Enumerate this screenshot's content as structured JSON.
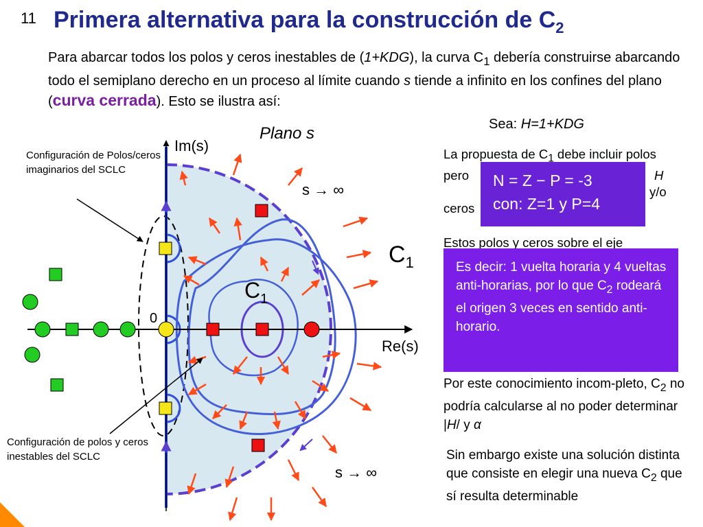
{
  "slide": {
    "number": "11",
    "title_main": "Primera alternativa para la construcción de C",
    "title_sub": "2"
  },
  "intro": {
    "p1": "Para abarcar todos los polos y ceros inestables de (",
    "p1_math": "1+KDG",
    "p2": "), la curva C",
    "p2_sub": "1",
    "p3": " debería construirse abarcando todo el semiplano derecho en un proceso al límite cuando ",
    "p3_s": "s",
    "p4": " tiende a infinito en los confines del plano (",
    "curve": "curva cerrada",
    "p5": "). Esto se ilustra así:"
  },
  "sea": {
    "label": "Sea: ",
    "expr": "H=1+KDG"
  },
  "diagram": {
    "plane_label": "Plano s",
    "im_label": "Im(s)",
    "re_label": "Re(s)",
    "origin_label": "0",
    "s_infinity_top": "s  → ∞",
    "s_infinity_bottom": "s  → ∞",
    "c1_big": "C",
    "c1_big_sub": "1",
    "c1_small": "C",
    "c1_small_sub": "1",
    "note_imag": "Configuración de Polos/ceros imaginarios del SCLC",
    "note_unstable": "Configuración de polos y ceros inestables del SCLC",
    "colors": {
      "plane_fill": "#d8e8f0",
      "axis": "#1b3fd8",
      "contour": "#4560d6",
      "dashed_contour": "#5a3fd0",
      "arrow": "#ff4a1a",
      "pole_red": "#ee1111",
      "zero_yellow": "#f5e61a",
      "stable_green": "#22cc22"
    }
  },
  "proposal": {
    "a": "La propuesta de C",
    "a_sub": "1",
    "b": " debe incluir polos",
    "c": "H",
    "d": "pero",
    "e": "y/o",
    "f": "ceros"
  },
  "nzp": {
    "line1": "N = Z − P = -3",
    "line2": "con: Z=1 y P=4"
  },
  "axis_text": "Estos polos y ceros sobre el eje",
  "decir": {
    "t1": "Es decir: 1 vuelta horaria y 4 vueltas anti-horarias, por lo que C",
    "t1_sub": "2",
    "t2": " rodeará el origen 3 veces en sentido anti-horario."
  },
  "knowledge": {
    "t1": "Por este conocimiento incom-pleto, C",
    "t1_sub": "2",
    "t2": " no podría calcularse al no poder determinar |",
    "t2_h": "H",
    "t3": "/ y ",
    "t3_alpha": "α"
  },
  "embargo": {
    "t1": "Sin embargo existe una solución distinta que consiste en elegir una nueva C",
    "t1_sub": "2",
    "t2": " que sí resulta determinable"
  }
}
